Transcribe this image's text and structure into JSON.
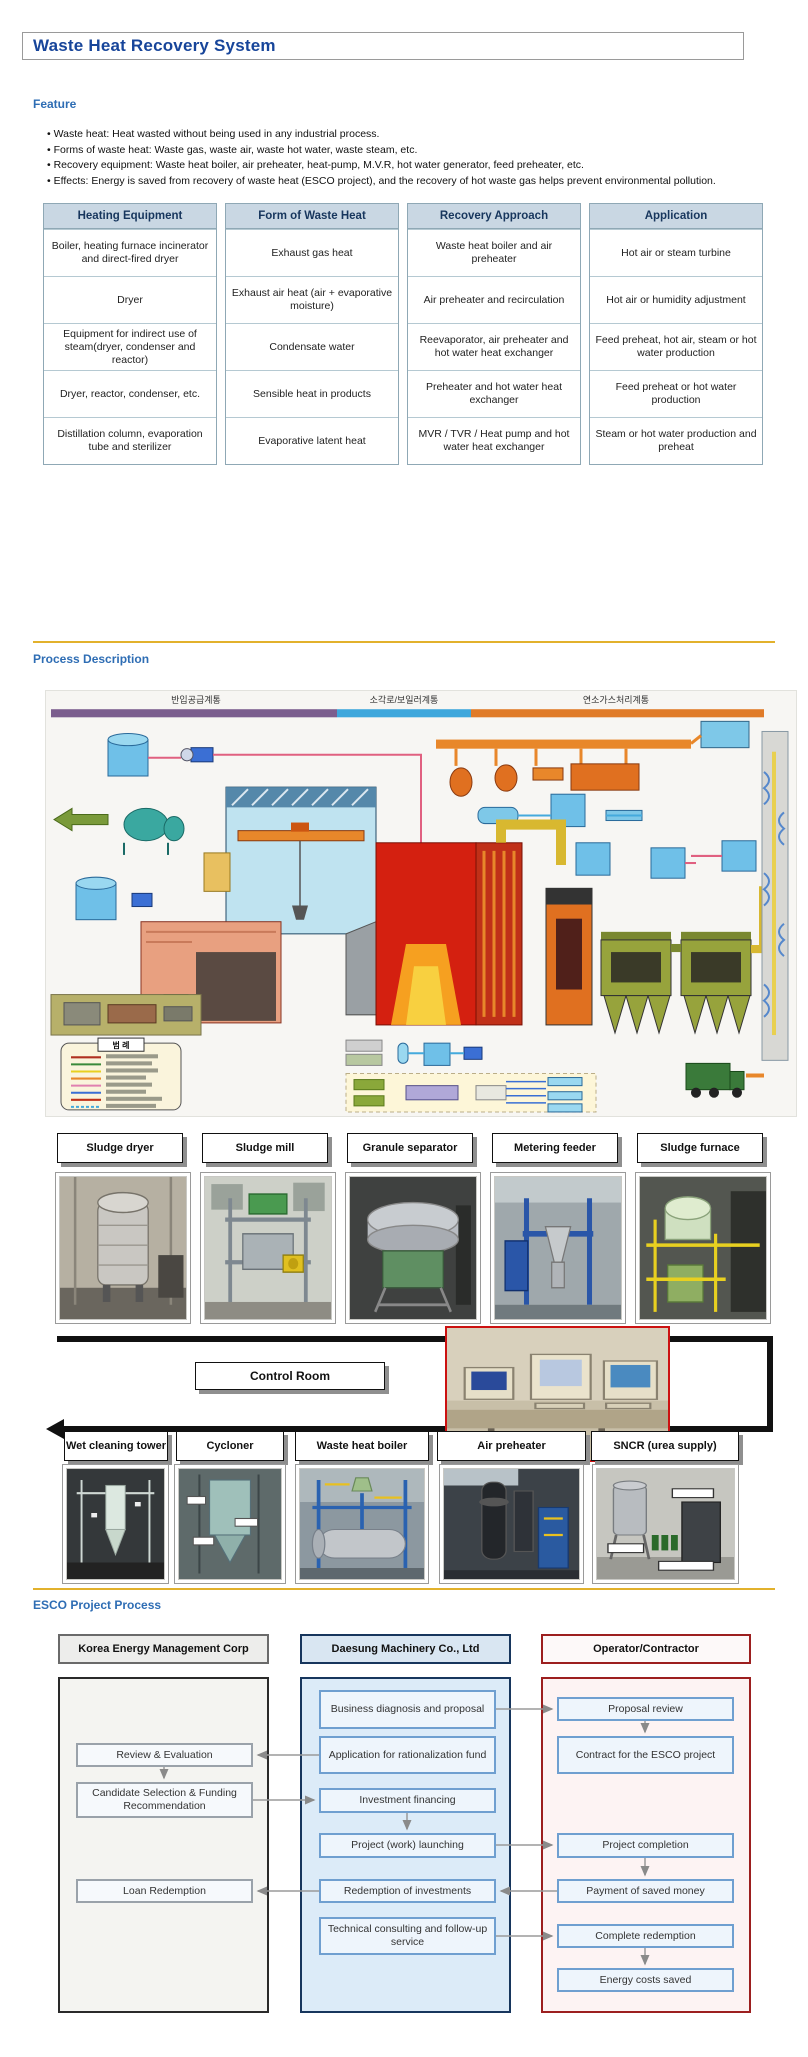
{
  "page": {
    "title": "Waste Heat Recovery System"
  },
  "feature": {
    "heading": "Feature",
    "bullets": [
      "Waste heat: Heat wasted without being used in any industrial process.",
      "Forms of waste heat: Waste gas, waste air, waste hot water, waste steam, etc.",
      "Recovery equipment: Waste heat boiler, air preheater, heat-pump, M.V.R, hot water generator, feed preheater, etc.",
      "Effects: Energy is saved from recovery of waste heat (ESCO project), and the recovery of hot waste gas helps prevent environmental pollution."
    ]
  },
  "table": {
    "columns": [
      {
        "header": "Heating Equipment",
        "cells": [
          "Boiler, heating furnace incinerator and direct-fired dryer",
          "Dryer",
          "Equipment for indirect use of steam(dryer, condenser and reactor)",
          "Dryer, reactor, condenser, etc.",
          "Distillation column, evaporation tube and sterilizer"
        ]
      },
      {
        "header": "Form of Waste Heat",
        "cells": [
          "Exhaust gas heat",
          "Exhaust air heat (air + evaporative moisture)",
          "Condensate water",
          "Sensible heat in products",
          "Evaporative latent heat"
        ]
      },
      {
        "header": "Recovery Approach",
        "cells": [
          "Waste heat boiler and air preheater",
          "Air preheater and recirculation",
          "Reevaporator, air preheater and hot water heat exchanger",
          "Preheater and hot water heat exchanger",
          "MVR / TVR / Heat pump and hot water heat exchanger"
        ]
      },
      {
        "header": "Application",
        "cells": [
          "Hot air or steam turbine",
          "Hot air or humidity adjustment",
          "Feed preheat, hot air, steam or hot water production",
          "Feed preheat or hot water production",
          "Steam or hot water production and preheat"
        ]
      }
    ]
  },
  "process": {
    "heading": "Process Description",
    "diagram": {
      "bands": [
        "반입공급계통",
        "소각로/보일러계통",
        "연소가스처리계통"
      ],
      "legend_title": "범 례"
    }
  },
  "equipment": {
    "row1_labels": [
      "Sludge dryer",
      "Sludge mill",
      "Granule separator",
      "Metering feeder",
      "Sludge furnace"
    ],
    "control_room_label": "Control Room",
    "row2_labels": [
      "Wet cleaning tower",
      "Cycloner",
      "Waste heat boiler",
      "Air preheater",
      "SNCR (urea supply)"
    ]
  },
  "esco": {
    "heading": "ESCO Project Process",
    "columns": [
      {
        "header": "Korea Energy Management Corp",
        "boxes": [
          "Review & Evaluation",
          "Candidate Selection & Funding Recommendation",
          "Loan Redemption"
        ]
      },
      {
        "header": "Daesung Machinery Co., Ltd",
        "boxes": [
          "Business diagnosis and proposal",
          "Application for rationalization fund",
          "Investment financing",
          "Project (work) launching",
          "Redemption of investments",
          "Technical consulting and follow-up service"
        ]
      },
      {
        "header": "Operator/Contractor",
        "boxes": [
          "Proposal review",
          "Contract for the ESCO project",
          "Project completion",
          "Payment of saved money",
          "Complete redemption",
          "Energy costs saved"
        ]
      }
    ]
  },
  "colors": {
    "title_navy": "#17459a",
    "heading_blue": "#2e6db4",
    "divider_gold": "#e2b12c",
    "table_header_bg": "#c9d7e3",
    "table_header_text": "#17365d",
    "flow_gray_border": "#6a6a6a",
    "flow_navy_border": "#17365d",
    "flow_red_border": "#9c1f1f",
    "photo_label_shadow": "#8f8f8f"
  }
}
